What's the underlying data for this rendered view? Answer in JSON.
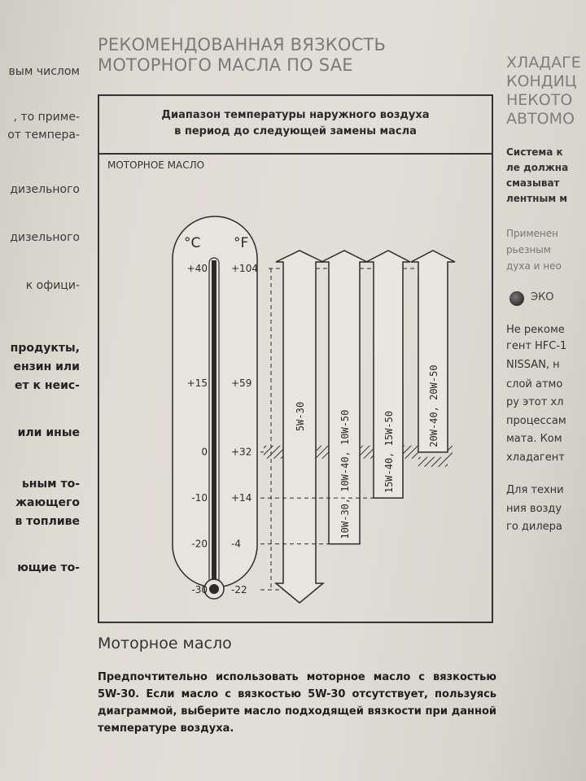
{
  "left_column": [
    {
      "text": "вым числом",
      "bold": false
    },
    {
      "text": ", то приме-",
      "bold": false
    },
    {
      "text": "от темпера-",
      "bold": false
    },
    {
      "text": "дизельного",
      "bold": false
    },
    {
      "text": "дизельного",
      "bold": false
    },
    {
      "text": "к офици-",
      "bold": false
    },
    {
      "text": "продукты,",
      "bold": true
    },
    {
      "text": "ензин или",
      "bold": true
    },
    {
      "text": "ет к неис-",
      "bold": true
    },
    {
      "text": "или иные",
      "bold": true
    },
    {
      "text": "ьным то-",
      "bold": true
    },
    {
      "text": "жающего",
      "bold": true
    },
    {
      "text": "в топливе",
      "bold": true
    },
    {
      "text": "ющие то-",
      "bold": true
    }
  ],
  "right_column": [
    {
      "text": "ХЛАДАГЕ",
      "style": "heading"
    },
    {
      "text": "КОНДИЦ",
      "style": "heading"
    },
    {
      "text": "НЕКОТО",
      "style": "heading"
    },
    {
      "text": "АВТОМО",
      "style": "heading"
    },
    {
      "text": "Система к",
      "style": "bold"
    },
    {
      "text": "ле должна",
      "style": "bold"
    },
    {
      "text": "смазыват",
      "style": "bold"
    },
    {
      "text": "лентным м",
      "style": "bold"
    },
    {
      "text": "Применен",
      "style": "grey"
    },
    {
      "text": "рьезным",
      "style": "grey"
    },
    {
      "text": "духа и нео",
      "style": "grey"
    },
    {
      "text": "ЭКО",
      "style": "eco"
    },
    {
      "text": "Не рекоме",
      "style": "normal"
    },
    {
      "text": "гент HFC-1",
      "style": "normal"
    },
    {
      "text": "NISSAN, н",
      "style": "normal"
    },
    {
      "text": "слой атмо",
      "style": "normal"
    },
    {
      "text": "ру этот хл",
      "style": "normal"
    },
    {
      "text": "процессам",
      "style": "normal"
    },
    {
      "text": "мата. Ком",
      "style": "normal"
    },
    {
      "text": "хладагент",
      "style": "normal"
    },
    {
      "text": "Для техни",
      "style": "normal"
    },
    {
      "text": "ния возду",
      "style": "normal"
    },
    {
      "text": "го дилера",
      "style": "normal"
    }
  ],
  "title": "РЕКОМЕНДОВАННАЯ ВЯЗКОСТЬ МОТОРНОГО МАСЛА ПО SAE",
  "frame_header": [
    "Диапазон температуры наружного воздуха",
    "в период до следующей замены масла"
  ],
  "engine_label": "МОТОРНОЕ МАСЛО",
  "thermometer": {
    "unit_c": "°C",
    "unit_f": "°F",
    "scale": [
      {
        "c": "+40",
        "f": "+104"
      },
      {
        "c": "+15",
        "f": "+59"
      },
      {
        "c": "0",
        "f": "+32"
      },
      {
        "c": "-10",
        "f": "+14"
      },
      {
        "c": "-20",
        "f": "-4"
      },
      {
        "c": "-30",
        "f": "-22"
      }
    ]
  },
  "oils": [
    {
      "label": "5W-30",
      "max_c": 40,
      "min_c": -30
    },
    {
      "label": "10W-30, 10W-40, 10W-50",
      "max_c": 40,
      "min_c": -20
    },
    {
      "label": "15W-40, 15W-50",
      "max_c": 40,
      "min_c": -10
    },
    {
      "label": "20W-40, 20W-50",
      "max_c": 40,
      "min_c": 0
    }
  ],
  "section_heading": "Моторное масло",
  "section_text": "Предпочтительно использовать моторное масло с вязкостью 5W-30. Если масло с вязкостью 5W-30 отсутствует, пользуясь диаграммой, выберите масло подходящей вязкости при данной температуре воздуха."
}
